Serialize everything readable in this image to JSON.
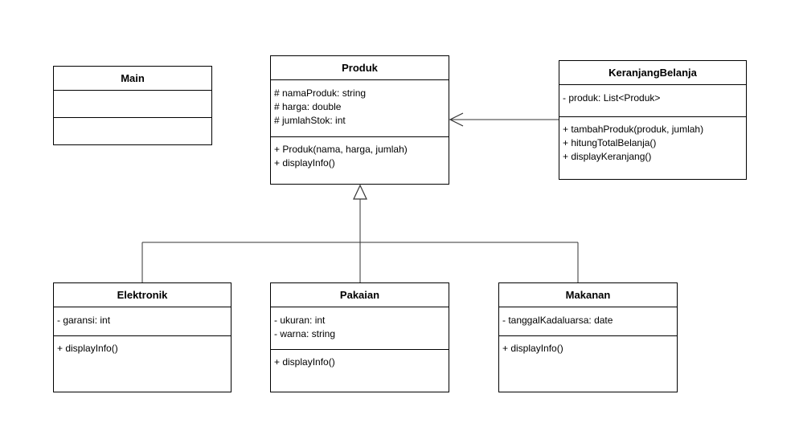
{
  "classes": {
    "main": {
      "name": "Main"
    },
    "produk": {
      "name": "Produk",
      "attributes": [
        "# namaProduk: string",
        "# harga: double",
        "# jumlahStok: int"
      ],
      "operations": [
        "+ Produk(nama, harga, jumlah)",
        "+ displayInfo()"
      ]
    },
    "keranjang": {
      "name": "KeranjangBelanja",
      "attributes": [
        "- produk: List<Produk>"
      ],
      "operations": [
        "+ tambahProduk(produk, jumlah)",
        "+ hitungTotalBelanja()",
        "+ displayKeranjang()"
      ]
    },
    "elektronik": {
      "name": "Elektronik",
      "attributes": [
        "- garansi: int"
      ],
      "operations": [
        "+ displayInfo()"
      ]
    },
    "pakaian": {
      "name": "Pakaian",
      "attributes": [
        "- ukuran: int",
        "- warna: string"
      ],
      "operations": [
        "+ displayInfo()"
      ]
    },
    "makanan": {
      "name": "Makanan",
      "attributes": [
        "- tanggalKadaluarsa: date"
      ],
      "operations": [
        "+ displayInfo()"
      ]
    }
  },
  "colors": {
    "line": "#333333",
    "border": "#000000",
    "background": "#ffffff"
  }
}
